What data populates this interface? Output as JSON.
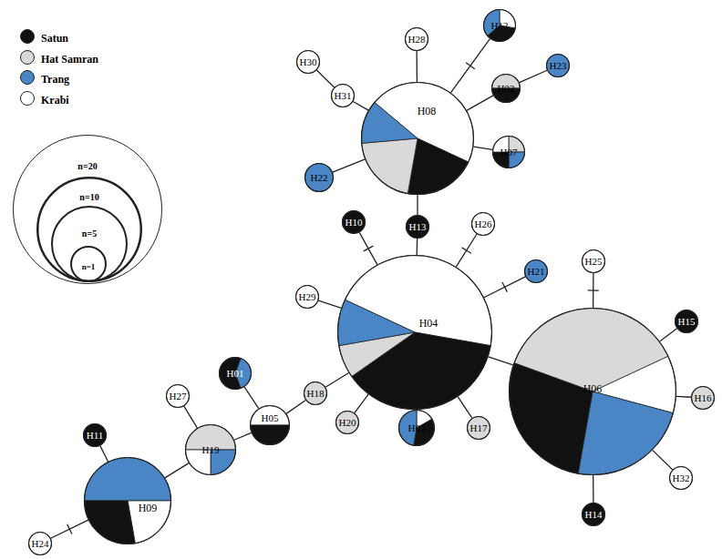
{
  "diagram": {
    "nodes": [
      {
        "text": [
          "n=20"
        ]
      },
      {
        "text": [
          "n=10"
        ],
        "in": 0
      },
      {
        "text": [
          "n=5"
        ],
        "in": 1
      },
      {
        "text": [
          "n=1"
        ],
        "in": 2
      },
      {
        "text": [
          "H30"
        ]
      },
      {
        "text": [
          "H28"
        ]
      },
      {
        "text": [
          "H12"
        ]
      },
      {
        "text": [
          "H31"
        ]
      },
      {
        "text": [
          "H08"
        ]
      },
      {
        "text": [
          "H02"
        ]
      },
      {
        "text": [
          "H23"
        ]
      },
      {
        "text": [
          "H22"
        ]
      },
      {
        "text": [
          "H07"
        ]
      },
      {
        "text": [
          "H13"
        ]
      },
      {
        "text": [
          "H10"
        ]
      },
      {
        "text": [
          "H26"
        ]
      },
      {
        "text": [
          "H21"
        ]
      },
      {
        "text": [
          "H29"
        ]
      },
      {
        "text": [
          "H04"
        ]
      },
      {
        "text": [
          "H25"
        ]
      },
      {
        "text": [
          "H15"
        ]
      },
      {
        "text": [
          "H01"
        ]
      },
      {
        "text": [
          "H18"
        ]
      },
      {
        "text": [
          "H06"
        ]
      },
      {
        "text": [
          "H16"
        ]
      },
      {
        "text": [
          "H05"
        ]
      },
      {
        "text": [
          "H20"
        ]
      },
      {
        "text": [
          "H03"
        ]
      },
      {
        "text": [
          "H17"
        ]
      },
      {
        "text": [
          "H27"
        ]
      },
      {
        "text": [
          "H19"
        ]
      },
      {
        "text": [
          "H11"
        ]
      },
      {
        "text": [
          "H09"
        ]
      },
      {
        "text": [
          "H32"
        ]
      },
      {
        "text": [
          "H14"
        ]
      },
      {
        "text": [
          "H24"
        ]
      }
    ],
    "edges": [
      {
        "from": 4,
        "to": 7,
        "arrow": "none"
      },
      {
        "from": 7,
        "to": 8,
        "arrow": "none"
      },
      {
        "from": 5,
        "to": 8,
        "arrow": "none"
      },
      {
        "from": 6,
        "to": 8,
        "arrow": "none"
      },
      {
        "from": 9,
        "to": 8,
        "arrow": "none"
      },
      {
        "from": 10,
        "to": 9,
        "arrow": "none"
      },
      {
        "from": 12,
        "to": 8,
        "arrow": "none"
      },
      {
        "from": 11,
        "to": 8,
        "arrow": "none"
      },
      {
        "from": 8,
        "to": 13,
        "arrow": "none"
      },
      {
        "from": 13,
        "to": 18,
        "arrow": "none"
      },
      {
        "from": 14,
        "to": 18,
        "arrow": "none"
      },
      {
        "from": 15,
        "to": 18,
        "arrow": "none"
      },
      {
        "from": 16,
        "to": 18,
        "arrow": "none"
      },
      {
        "from": 17,
        "to": 18,
        "arrow": "none"
      },
      {
        "from": 22,
        "to": 18,
        "arrow": "none"
      },
      {
        "from": 25,
        "to": 22,
        "arrow": "none"
      },
      {
        "from": 26,
        "to": 18,
        "arrow": "none"
      },
      {
        "from": 27,
        "to": 18,
        "arrow": "none"
      },
      {
        "from": 28,
        "to": 18,
        "arrow": "none"
      },
      {
        "from": 18,
        "to": 23,
        "arrow": "none"
      },
      {
        "from": 19,
        "to": 23,
        "arrow": "none"
      },
      {
        "from": 20,
        "to": 23,
        "arrow": "none"
      },
      {
        "from": 24,
        "to": 23,
        "arrow": "none"
      },
      {
        "from": 33,
        "to": 23,
        "arrow": "none"
      },
      {
        "from": 34,
        "to": 23,
        "arrow": "none"
      },
      {
        "from": 21,
        "to": 25,
        "arrow": "none"
      },
      {
        "from": 30,
        "to": 25,
        "arrow": "none"
      },
      {
        "from": 29,
        "to": 30,
        "arrow": "none"
      },
      {
        "from": 32,
        "to": 30,
        "arrow": "none"
      },
      {
        "from": 31,
        "to": 32,
        "arrow": "none"
      },
      {
        "from": 35,
        "to": 32,
        "arrow": "none"
      }
    ],
    "legend": [
      {
        "text": "Satun",
        "color": "#111111"
      },
      {
        "text": "Hat Samran",
        "color": "#d9d9d9"
      },
      {
        "text": "Trang",
        "color": "#4a86c5"
      },
      {
        "text": "Krabi",
        "color": "#ffffff"
      }
    ]
  }
}
